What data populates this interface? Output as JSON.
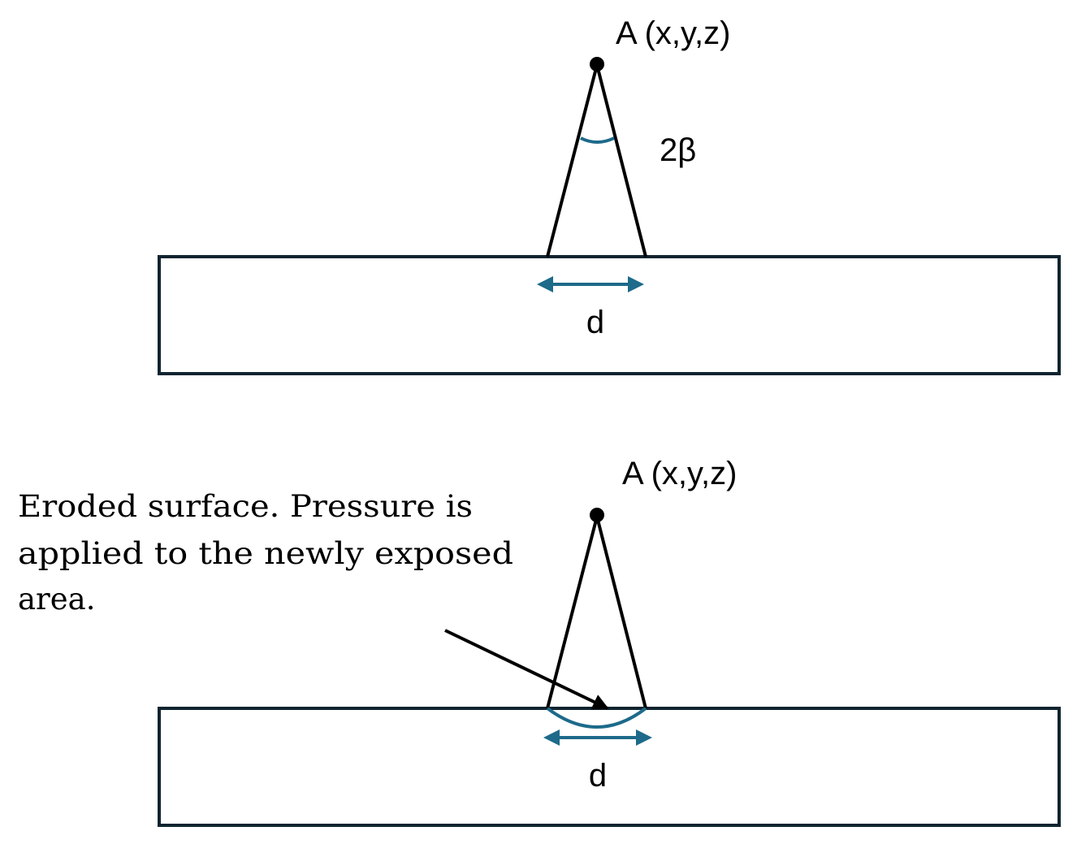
{
  "top_panel": {
    "point_label": "A (x,y,z)",
    "angle_label": "2β",
    "width_label": "d"
  },
  "bottom_panel": {
    "point_label": "A (x,y,z)",
    "width_label": "d",
    "annotation_lines": [
      "Eroded surface. Pressure is",
      "applied to the newly exposed",
      "area."
    ]
  },
  "colors": {
    "outline": "#0f2430",
    "accent": "#1d6a8a",
    "ink": "#000000"
  }
}
